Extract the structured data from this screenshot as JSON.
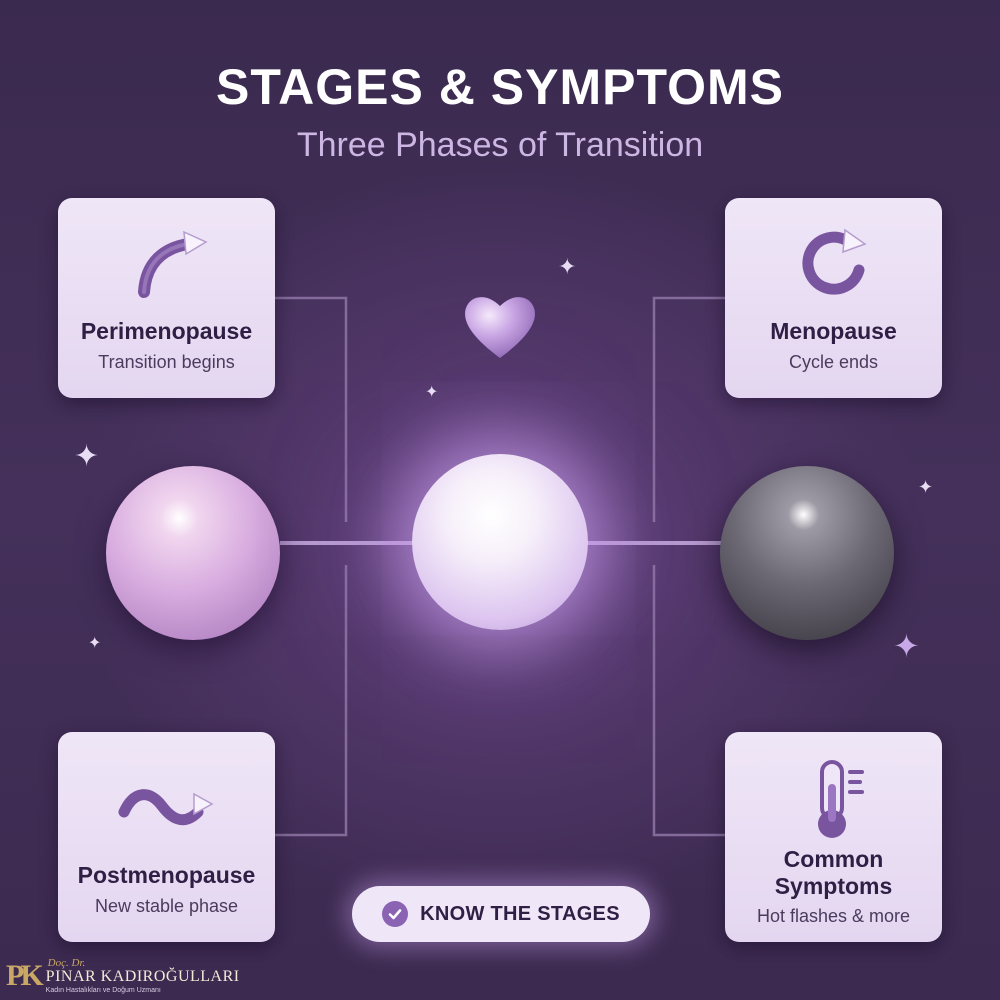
{
  "header": {
    "title": "STAGES & SYMPTOMS",
    "subtitle": "Three Phases of Transition"
  },
  "cards": [
    {
      "label": "Perimenopause",
      "desc": "Transition begins",
      "icon": "curved-arrow-icon"
    },
    {
      "label": "Menopause",
      "desc": "Cycle ends",
      "icon": "circular-arrow-icon"
    },
    {
      "label": "Postmenopause",
      "desc": "New stable phase",
      "icon": "wave-arrow-icon"
    },
    {
      "label": "Common Symptoms",
      "desc": "Hot flashes & more",
      "icon": "thermometer-icon"
    }
  ],
  "cta": {
    "label": "KNOW THE STAGES",
    "icon": "check-badge-icon"
  },
  "logo": {
    "monogram": "PK",
    "prefix": "Doç. Dr.",
    "name": "PINAR KADIROĞULLARI",
    "subtitle": "Kadın Hastalıkları ve Doğum Uzmanı"
  },
  "colors": {
    "background": "#44305a",
    "card": "#efe6f7",
    "accent": "#8a63b3",
    "icon": "#7a559f",
    "connector": "#8f76a6",
    "gold": "#c9a765"
  }
}
